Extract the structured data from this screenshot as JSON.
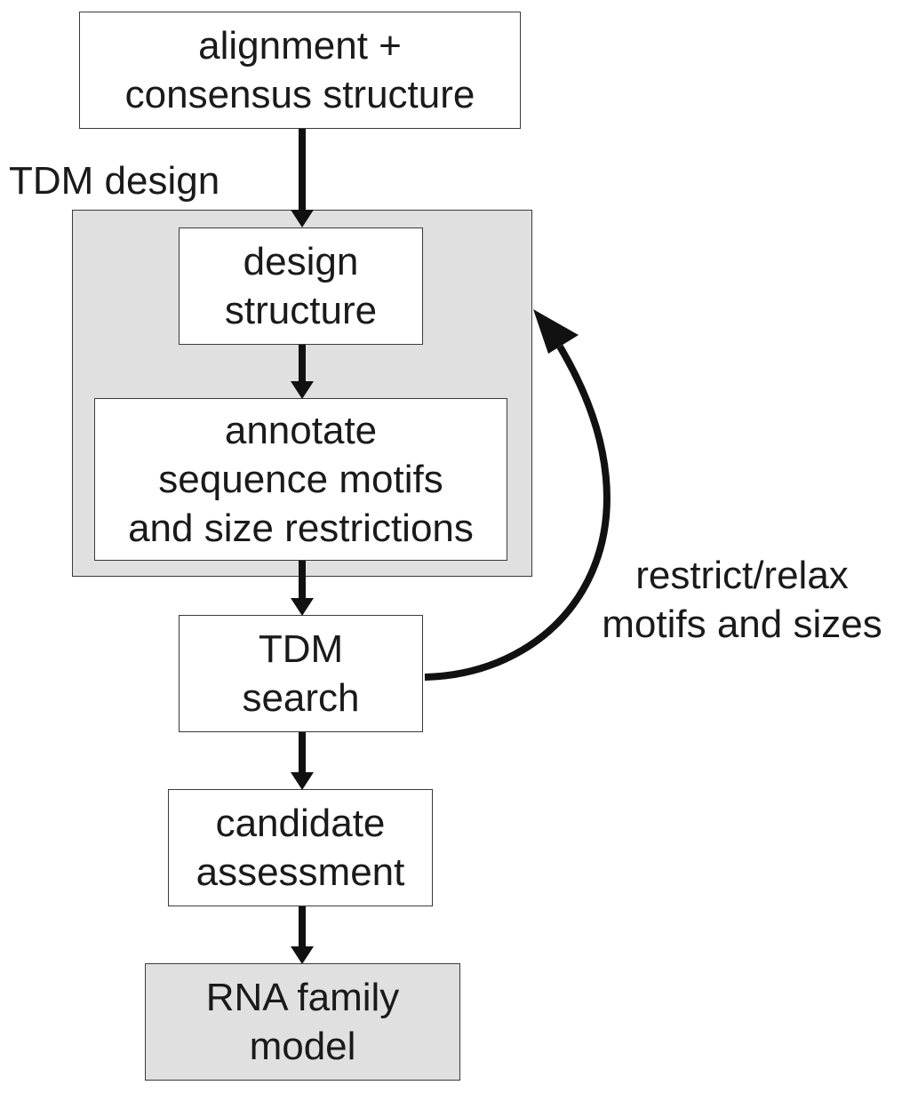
{
  "group_label": "TDM design",
  "nodes": {
    "alignment": [
      "alignment +",
      "consensus structure"
    ],
    "design_structure": [
      "design",
      "structure"
    ],
    "annotate": [
      "annotate",
      "sequence motifs",
      "and size restrictions"
    ],
    "tdm_search": [
      "TDM",
      "search"
    ],
    "candidate": [
      "candidate",
      "assessment"
    ],
    "rna_family": [
      "RNA family",
      "model"
    ]
  },
  "feedback_label": [
    "restrict/relax",
    "motifs and sizes"
  ],
  "colors": {
    "group_fill": "#e0e0e0",
    "final_fill": "#e0e0e0",
    "arrow": "#111111"
  }
}
